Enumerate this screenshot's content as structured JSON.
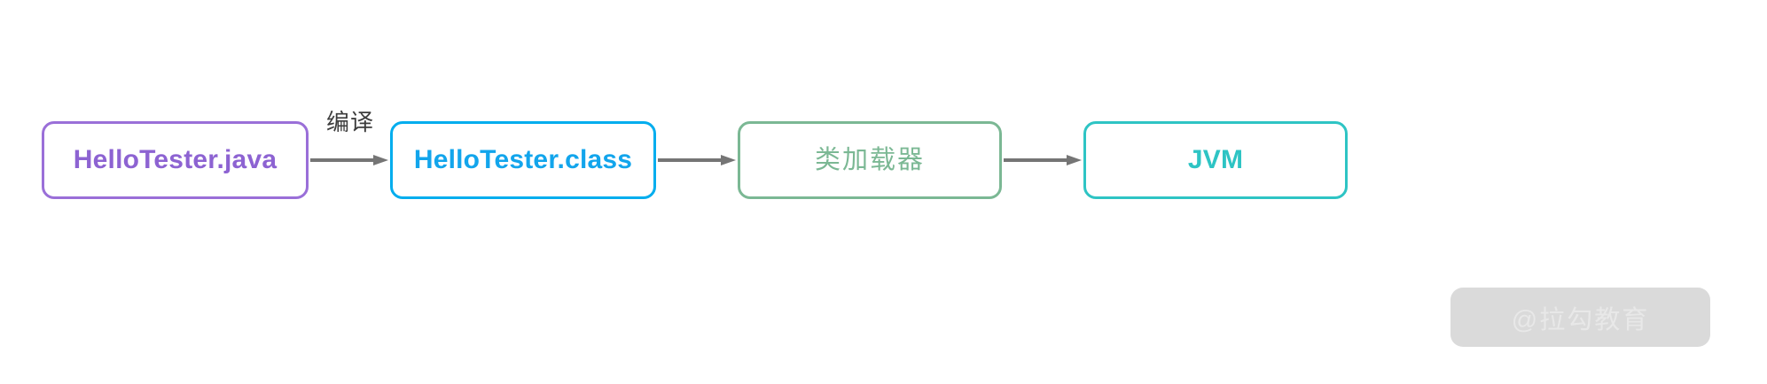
{
  "diagram": {
    "type": "flow",
    "title": "Java source to JVM execution flow",
    "background_color": "#ffffff",
    "nodes": [
      {
        "id": "node-java",
        "label": "HelloTester.java",
        "color": "#8d63d2",
        "border_color": "#9a6fd8",
        "shape": "rounded-rect"
      },
      {
        "id": "node-class",
        "label": "HelloTester.class",
        "color": "#12a5ec",
        "border_color": "#00adee",
        "shape": "rounded-rect"
      },
      {
        "id": "node-classloader",
        "label": "类加载器",
        "color": "#7bb894",
        "border_color": "#7bb894",
        "shape": "rounded-rect"
      },
      {
        "id": "node-jvm",
        "label": "JVM",
        "color": "#2ec4c4",
        "border_color": "#2ec4c4",
        "shape": "rounded-rect"
      }
    ],
    "edges": [
      {
        "id": "arrow-1",
        "from": "node-java",
        "to": "node-class",
        "label": "编译",
        "color": "#757575"
      },
      {
        "id": "arrow-2",
        "from": "node-class",
        "to": "node-classloader",
        "label": "",
        "color": "#757575"
      },
      {
        "id": "arrow-3",
        "from": "node-classloader",
        "to": "node-jvm",
        "label": "",
        "color": "#757575"
      }
    ]
  },
  "watermark": {
    "text": "@拉勾教育",
    "background_color": "#dadada",
    "text_color": "#e8e8e8"
  }
}
